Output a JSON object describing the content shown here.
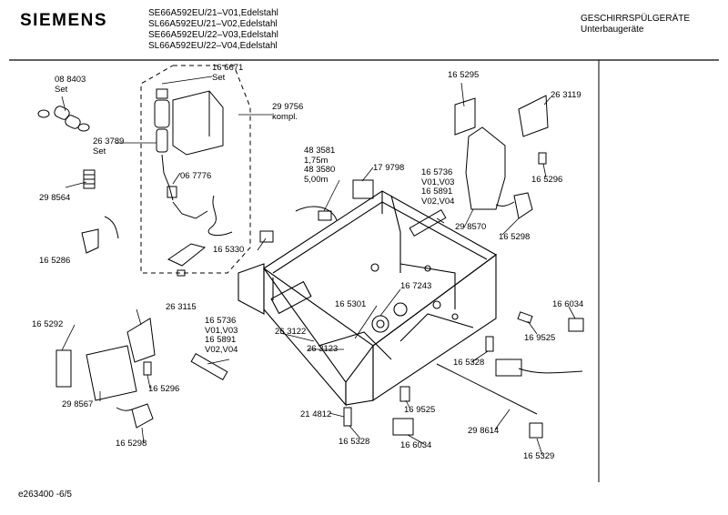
{
  "header": {
    "brand": "SIEMENS",
    "models": [
      "SE66A592EU/21–V01,Edelstahl",
      "SL66A592EU/21–V02,Edelstahl",
      "SE66A592EU/22–V03,Edelstahl",
      "SL66A592EU/22–V04,Edelstahl"
    ],
    "category": "GESCHIRRSPÜLGERÄTE",
    "subcategory": "Unterbaugeräte"
  },
  "footer": {
    "drawing_id": "e263400 -6/5"
  },
  "parts": [
    {
      "id": "p-088403",
      "lines": [
        "08 8403",
        "Set"
      ]
    },
    {
      "id": "p-166671",
      "lines": [
        "16 6671",
        "Set"
      ]
    },
    {
      "id": "p-299756",
      "lines": [
        "29 9756",
        "kompl."
      ]
    },
    {
      "id": "p-263789",
      "lines": [
        "26 3789",
        "Set"
      ]
    },
    {
      "id": "p-298564",
      "lines": [
        "29 8564"
      ]
    },
    {
      "id": "p-067776",
      "lines": [
        "06 7776"
      ]
    },
    {
      "id": "p-165286",
      "lines": [
        "16 5286"
      ]
    },
    {
      "id": "p-165330",
      "lines": [
        "16 5330"
      ]
    },
    {
      "id": "p-483581",
      "lines": [
        "48 3581",
        "1,75m",
        "48 3580",
        "5,00m"
      ]
    },
    {
      "id": "p-179798",
      "lines": [
        "17 9798"
      ]
    },
    {
      "id": "p-165295",
      "lines": [
        "16 5295"
      ]
    },
    {
      "id": "p-263119",
      "lines": [
        "26 3119"
      ]
    },
    {
      "id": "p-165296a",
      "lines": [
        "16 5296"
      ]
    },
    {
      "id": "p-165736a",
      "lines": [
        "16 5736",
        "V01,V03",
        "16 5891",
        "V02,V04"
      ]
    },
    {
      "id": "p-298570",
      "lines": [
        "29 8570"
      ]
    },
    {
      "id": "p-165298a",
      "lines": [
        "16 5298"
      ]
    },
    {
      "id": "p-167243",
      "lines": [
        "16 7243"
      ]
    },
    {
      "id": "p-165301",
      "lines": [
        "16 5301"
      ]
    },
    {
      "id": "p-263115",
      "lines": [
        "26 3115"
      ]
    },
    {
      "id": "p-165292",
      "lines": [
        "16 5292"
      ]
    },
    {
      "id": "p-165736b",
      "lines": [
        "16 5736",
        "V01,V03",
        "16 5891",
        "V02,V04"
      ]
    },
    {
      "id": "p-263122",
      "lines": [
        "26 3122"
      ]
    },
    {
      "id": "p-263123",
      "lines": [
        "26 3123"
      ]
    },
    {
      "id": "p-165296b",
      "lines": [
        "16 5296"
      ]
    },
    {
      "id": "p-298567",
      "lines": [
        "29 8567"
      ]
    },
    {
      "id": "p-165298b",
      "lines": [
        "16 5298"
      ]
    },
    {
      "id": "p-214812",
      "lines": [
        "21 4812"
      ]
    },
    {
      "id": "p-165328a",
      "lines": [
        "16 5328"
      ]
    },
    {
      "id": "p-169525a",
      "lines": [
        "16 9525"
      ]
    },
    {
      "id": "p-166034a",
      "lines": [
        "16 6034"
      ]
    },
    {
      "id": "p-169525b",
      "lines": [
        "16 9525"
      ]
    },
    {
      "id": "p-165328b",
      "lines": [
        "16 5328"
      ]
    },
    {
      "id": "p-166034b",
      "lines": [
        "16 6034"
      ]
    },
    {
      "id": "p-298614",
      "lines": [
        "29 8614"
      ]
    },
    {
      "id": "p-165329",
      "lines": [
        "16 5329"
      ]
    }
  ]
}
